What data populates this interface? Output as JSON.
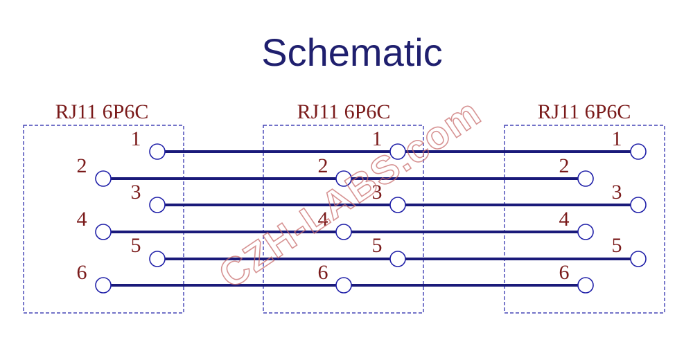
{
  "title": "Schematic",
  "watermark": "CZH-LABS.com",
  "colors": {
    "wire": "#1a1a7a",
    "pin": "#1f1fa8",
    "label": "#7a1a1a",
    "title": "#1f1f6e"
  },
  "connectors": [
    {
      "label": "RJ11 6P6C",
      "pins": [
        "1",
        "2",
        "3",
        "4",
        "5",
        "6"
      ]
    },
    {
      "label": "RJ11 6P6C",
      "pins": [
        "1",
        "2",
        "3",
        "4",
        "5",
        "6"
      ]
    },
    {
      "label": "RJ11 6P6C",
      "pins": [
        "1",
        "2",
        "3",
        "4",
        "5",
        "6"
      ]
    }
  ]
}
